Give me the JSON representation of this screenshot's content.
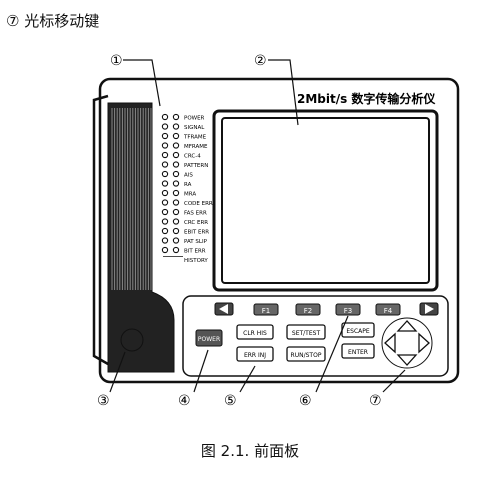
{
  "heading": "⑦ 光标移动键",
  "device_title": "2Mbit/s 数字传输分析仪",
  "callouts": [
    "①",
    "②",
    "③",
    "④",
    "⑤",
    "⑥",
    "⑦"
  ],
  "indicators": [
    "POWER",
    "SIGNAL",
    "TFRAME",
    "MFRAME",
    "CRC-4",
    "PATTERN",
    "AIS",
    "RA",
    "MRA",
    "CODE ERR",
    "FAS ERR",
    "CRC ERR",
    "EBIT ERR",
    "PAT SLIP",
    "BIT ERR",
    "HISTORY"
  ],
  "function_keys": [
    "F1",
    "F2",
    "F3",
    "F4"
  ],
  "buttons": {
    "power": "POWER",
    "clr_his": "CLR HIS",
    "err_inj": "ERR INJ",
    "set_test": "SET/TEST",
    "run_stop": "RUN/STOP",
    "escape": "ESCAPE",
    "enter": "ENTER"
  },
  "caption": "图 2.1. 前面板"
}
